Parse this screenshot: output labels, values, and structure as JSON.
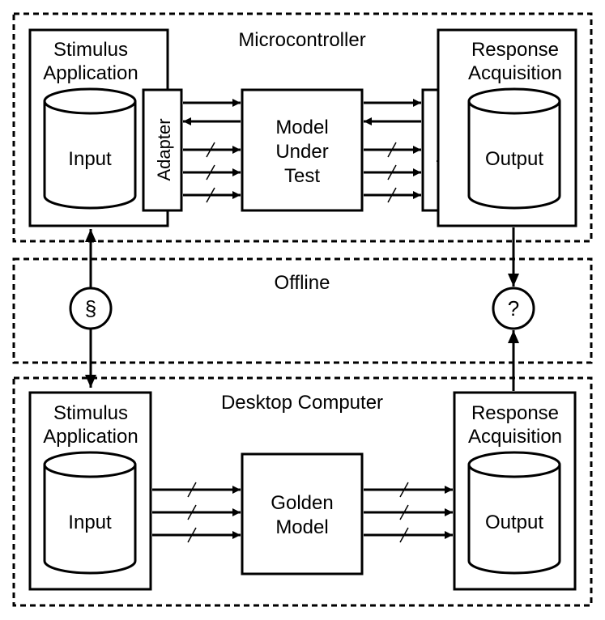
{
  "regions": {
    "top": "Microcontroller",
    "middle": "Offline",
    "bottom": "Desktop Computer"
  },
  "mc": {
    "stim_line1": "Stimulus",
    "stim_line2": "Application",
    "input": "Input",
    "adapter_left": "Adapter",
    "mut_line1": "Model",
    "mut_line2": "Under",
    "mut_line3": "Test",
    "adapter_right": "Adapter",
    "resp_line1": "Response",
    "resp_line2": "Acquisition",
    "output": "Output"
  },
  "offline": {
    "section_symbol": "§",
    "question_symbol": "?"
  },
  "desktop": {
    "stim_line1": "Stimulus",
    "stim_line2": "Application",
    "input": "Input",
    "golden_line1": "Golden",
    "golden_line2": "Model",
    "resp_line1": "Response",
    "resp_line2": "Acquisition",
    "output": "Output"
  }
}
